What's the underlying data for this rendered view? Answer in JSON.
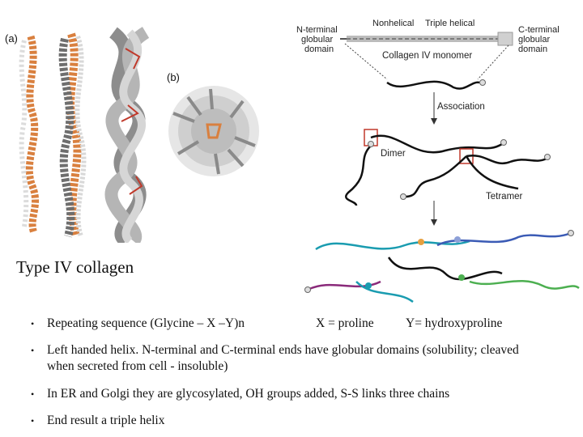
{
  "figure_a": {
    "panel_a_label": "(a)",
    "panel_b_label": "(b)"
  },
  "figure_right": {
    "n_terminal": "N-terminal\nglobular\ndomain",
    "nonhelical": "Nonhelical",
    "triple_helical": "Triple helical",
    "c_terminal": "C-terminal\nglobular\ndomain",
    "monomer": "Collagen IV monomer",
    "association": "Association",
    "dimer": "Dimer",
    "tetramer": "Tetramer"
  },
  "title": "Type IV collagen",
  "bullets": {
    "b1_main": "Repeating sequence  (Glycine – X –Y)n",
    "b1_x": "X = proline",
    "b1_y": "Y= hydroxyproline",
    "b2": "Left handed helix.  N-terminal and C-terminal ends have globular domains (solubility; cleaved when secreted from cell - insoluble)",
    "b3": "In ER and Golgi they are glycosylated, OH groups added, S-S links three chains",
    "b4": "End result a triple helix"
  },
  "bullet_symbol": "•",
  "colors": {
    "orange_chain": "#d9803f",
    "gray_chain": "#6e6e6e",
    "light_chain": "#d8d8d8",
    "red_outline": "#c0392b",
    "network_teal": "#1a9cb0",
    "network_blue": "#3b5bb5",
    "network_purple": "#8a2a7a",
    "network_green": "#4caf50"
  }
}
